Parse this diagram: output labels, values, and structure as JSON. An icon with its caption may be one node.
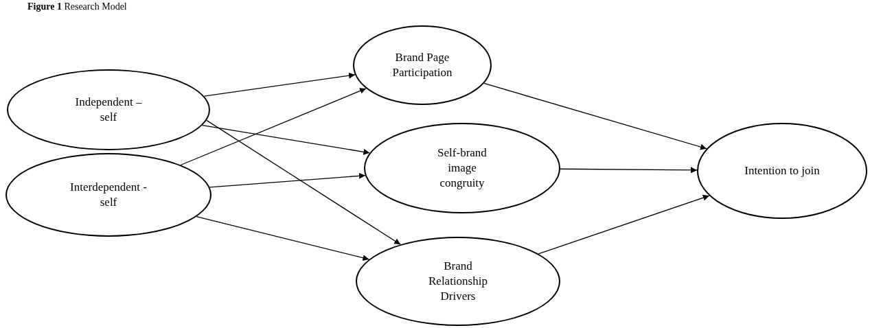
{
  "diagram": {
    "title": "**Figure 1** Research Model",
    "nodes": [
      {
        "text": [
          "Independent – self"
        ]
      },
      {
        "text": [
          "Interdependent - self"
        ]
      },
      {
        "text": [
          "Brand Page Participation"
        ]
      },
      {
        "text": [
          "Self-brand image congruity"
        ]
      },
      {
        "text": [
          "Brand Relationship Drivers"
        ]
      },
      {
        "text": [
          "Intention to join"
        ]
      }
    ],
    "edges": [
      {
        "from": 0,
        "to": 2,
        "arrow": "to"
      },
      {
        "from": 0,
        "to": 3,
        "arrow": "to"
      },
      {
        "from": 0,
        "to": 4,
        "arrow": "to"
      },
      {
        "from": 1,
        "to": 2,
        "arrow": "to"
      },
      {
        "from": 1,
        "to": 3,
        "arrow": "to"
      },
      {
        "from": 1,
        "to": 4,
        "arrow": "to"
      },
      {
        "from": 2,
        "to": 5,
        "arrow": "to"
      },
      {
        "from": 3,
        "to": 5,
        "arrow": "to"
      },
      {
        "from": 4,
        "to": 5,
        "arrow": "to"
      }
    ]
  }
}
